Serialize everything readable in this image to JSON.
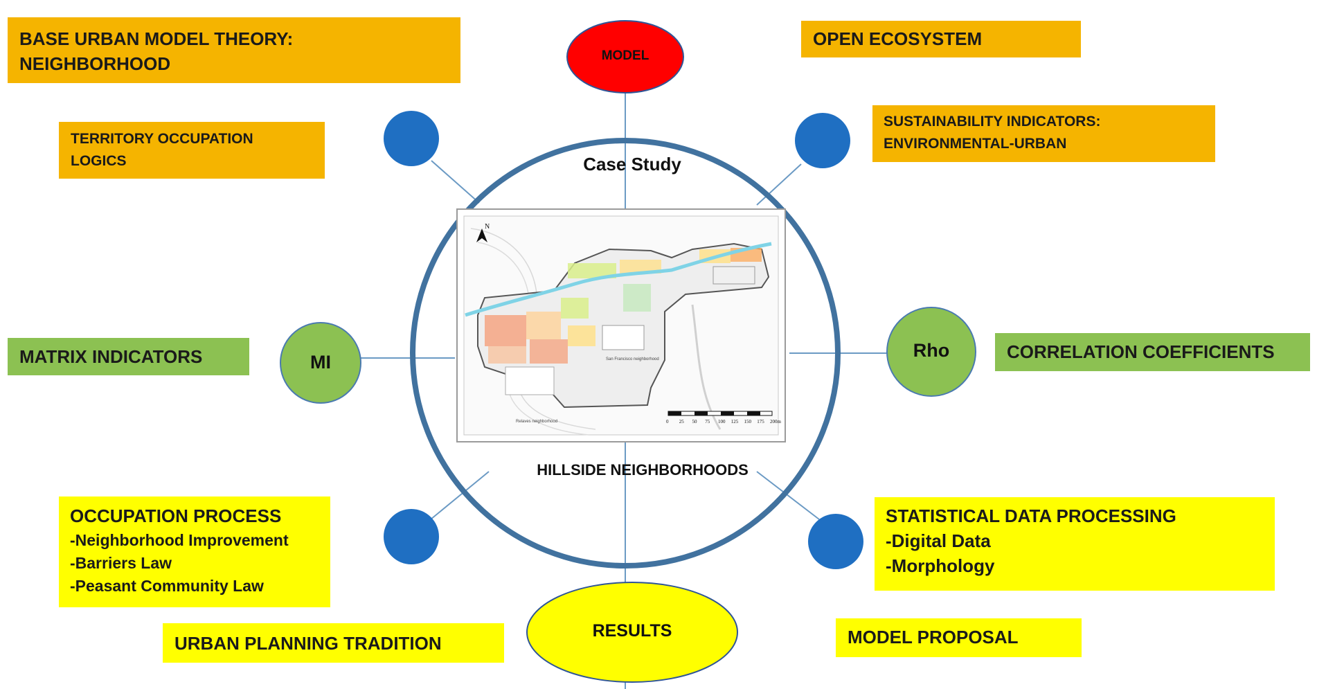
{
  "diagram": {
    "center": {
      "title": "Case Study",
      "subtitle": "HILLSIDE NEIGHBORHOODS"
    },
    "nodes": {
      "model": "MODEL",
      "results": "RESULTS",
      "mi": "MI",
      "rho": "Rho"
    },
    "boxes": {
      "base_urban_model": {
        "lines": [
          "BASE URBAN MODEL THEORY:",
          "NEIGHBORHOOD"
        ]
      },
      "open_ecosystem": {
        "lines": [
          "OPEN ECOSYSTEM"
        ]
      },
      "territory_occupation": {
        "lines": [
          "TERRITORY OCCUPATION",
          "LOGICS"
        ]
      },
      "sustainability_indicators": {
        "lines": [
          "SUSTAINABILITY INDICATORS:",
          "ENVIRONMENTAL-URBAN"
        ]
      },
      "matrix_indicators": {
        "lines": [
          "MATRIX INDICATORS"
        ]
      },
      "correlation_coefficients": {
        "lines": [
          "CORRELATION COEFFICIENTS"
        ]
      },
      "occupation_process": {
        "lines": [
          "OCCUPATION PROCESS",
          "-Neighborhood Improvement",
          "-Barriers Law",
          "-Peasant Community Law"
        ]
      },
      "statistical_processing": {
        "lines": [
          "STATISTICAL DATA PROCESSING",
          "-Digital Data",
          "-Morphology"
        ]
      },
      "urban_planning_tradition": {
        "lines": [
          "URBAN PLANNING TRADITION"
        ]
      },
      "model_proposal": {
        "lines": [
          "MODEL PROPOSAL"
        ]
      }
    },
    "map": {
      "north_label": "N",
      "scale_ticks": [
        "0",
        "25",
        "50",
        "75",
        "100",
        "125",
        "150",
        "175",
        "200m"
      ],
      "area_labels": [
        "San Francisco neighborhood",
        "Relaves neighborhood"
      ]
    },
    "colors": {
      "orange_box": "#f5b400",
      "green_box": "#8cc152",
      "yellow_box": "#ffff00",
      "model_node": "#ff0000",
      "blue_node": "#1f6fc2",
      "green_node": "#8cc152",
      "ring": "#41729f"
    }
  }
}
